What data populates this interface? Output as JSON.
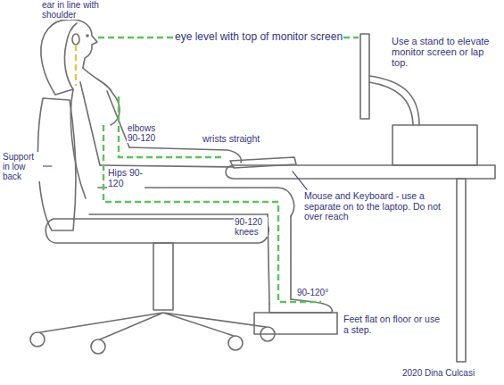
{
  "diagram": {
    "labels": [
      "ear in line with shoulder",
      "eye level with top of monitor screen",
      "Use a stand to elevate monitor screen or lap top.",
      "Support in low back",
      "elbows 90-120",
      "wrists straight",
      "Hips 90-120",
      "90-120 knees",
      "Mouse and Keyboard - use a separate on to the laptop. Do not over reach",
      "90-120°",
      "Feet flat on floor or use a step.",
      "2020 Dina Culcasi"
    ]
  }
}
